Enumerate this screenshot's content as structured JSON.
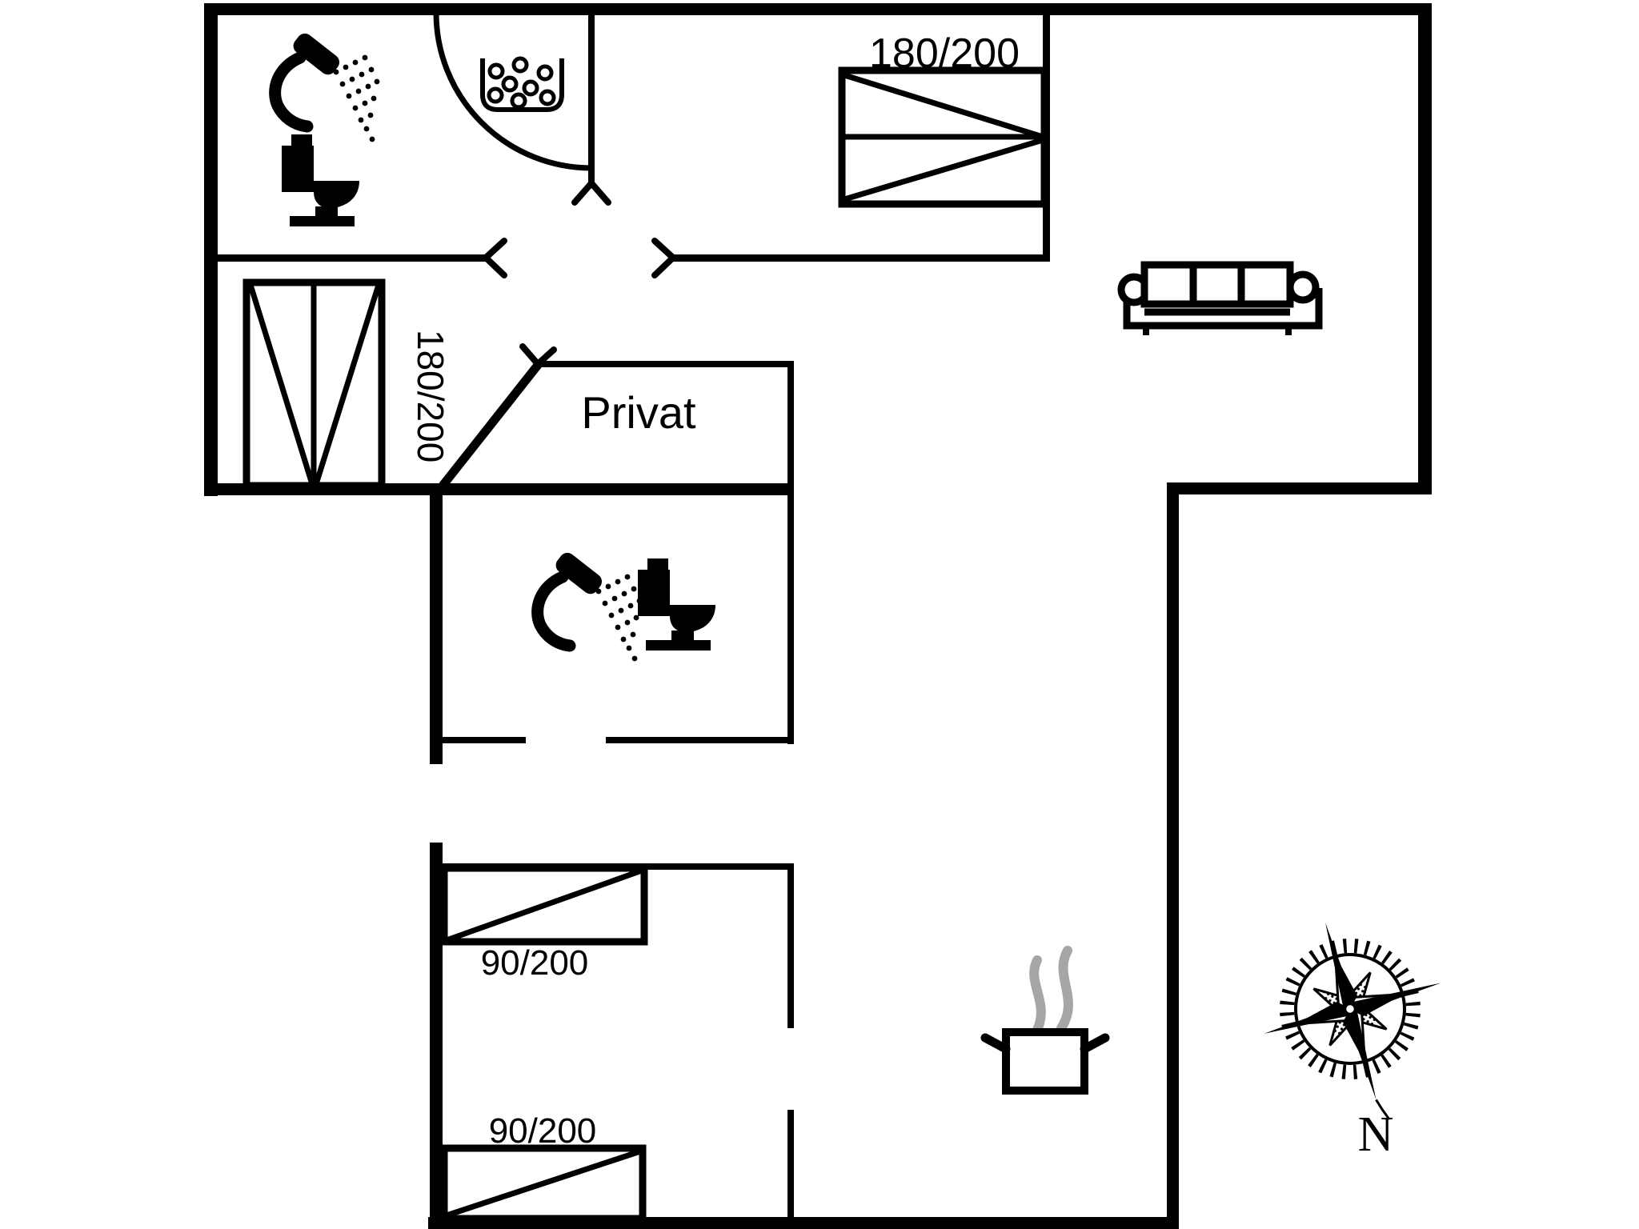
{
  "colors": {
    "line": "#000000",
    "steam": "#a6a6a6",
    "background": "#ffffff"
  },
  "beds": [
    {
      "label": "180/200",
      "type": "double",
      "location": "top-right-bedroom"
    },
    {
      "label": "180/200",
      "type": "double",
      "location": "left-bedroom"
    },
    {
      "label": "90/200",
      "type": "single",
      "location": "bottom-bedroom-upper"
    },
    {
      "label": "90/200",
      "type": "single",
      "location": "bottom-bedroom-lower"
    }
  ],
  "rooms": [
    {
      "label": "Privat"
    }
  ],
  "compass": {
    "north_label": "N"
  },
  "fixtures": [
    "shower-head",
    "toilet",
    "shower-tray",
    "door-swing",
    "sofa",
    "cooking-pot",
    "steam",
    "compass-rose"
  ]
}
